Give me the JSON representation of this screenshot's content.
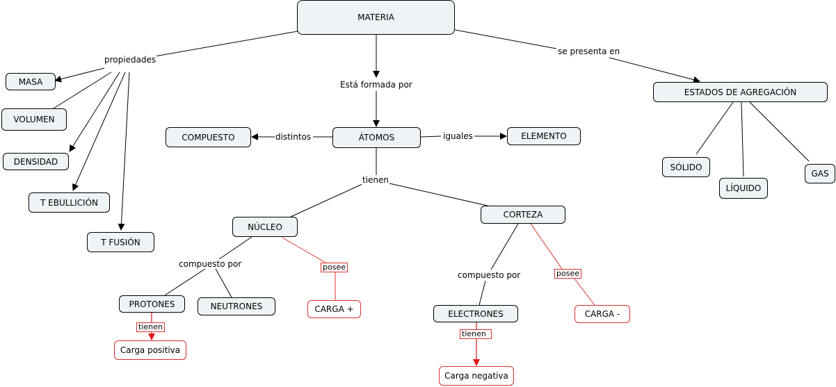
{
  "concepts": {
    "materia": "MATERIA",
    "masa": "MASA",
    "volumen": "VOLUMEN",
    "densidad": "DENSIDAD",
    "t_ebullicion": "T EBULLICIÓN",
    "t_fusion": "T FUSIÓN",
    "compuesto": "COMPUESTO",
    "atomos": "ÁTOMOS",
    "elemento": "ELEMENTO",
    "estados": "ESTADOS DE AGREGACIÓN",
    "solido": "SÓLIDO",
    "liquido": "LÍQUIDO",
    "gas": "GAS",
    "nucleo": "NÚCLEO",
    "corteza": "CORTEZA",
    "protones": "PROTONES",
    "neutrones": "NEUTRONES",
    "carga_mas": "CARGA +",
    "electrones": "ELECTRONES",
    "carga_menos": "CARGA -",
    "carga_positiva": "Carga positiva",
    "carga_negativa": "Carga negativa"
  },
  "links": {
    "propiedades": "propiedades",
    "formada_por": "Está formada por",
    "se_presenta_en": "se presenta en",
    "distintos": "distintos",
    "iguales": "iguales",
    "tienen": "tienen",
    "compuesto_por_1": "compuesto por",
    "posee_1": "posee",
    "compuesto_por_2": "compuesto por",
    "posee_2": "posee",
    "tienen_protones": "tienen",
    "tienen_electrones": "tienen"
  },
  "colors": {
    "node_fill": "#eef3f6",
    "red_link": "#d9302a"
  }
}
